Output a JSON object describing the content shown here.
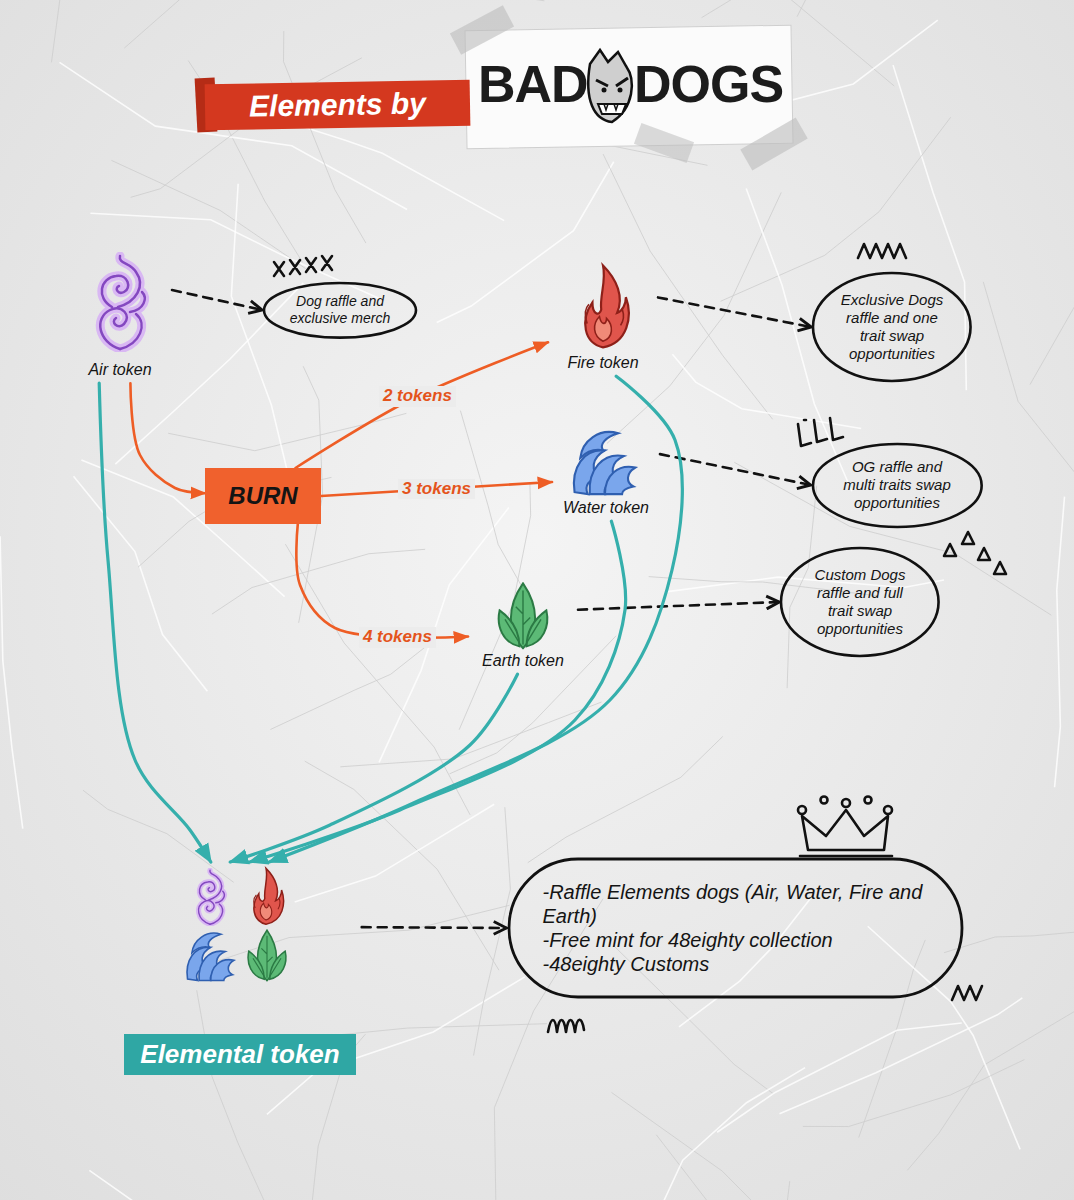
{
  "diagram": {
    "title": "Elements by",
    "nodes": [
      {
        "text": [
          "Air token"
        ]
      },
      {
        "text": [
          "Dog raffle and exclusive merch"
        ]
      },
      {
        "text": [
          "Fire token"
        ]
      },
      {
        "text": [
          "Exclusive Dogs raffle and one trait swap opportunities"
        ]
      },
      {
        "text": [
          "BURN"
        ]
      },
      {
        "text": [
          "Water token"
        ]
      },
      {
        "text": [
          "OG raffle and multi traits swap opportunities"
        ]
      },
      {
        "text": [
          "Earth token"
        ]
      },
      {
        "text": [
          "Custom Dogs raffle and full trait swap opportunities"
        ]
      },
      {
        "text": [
          "Elemental token"
        ]
      },
      {
        "text": [
          "-Raffle Elements dogs (Air, Water, Fire and Earth)",
          "-Free mint for 48eighty collection",
          "-48eighty Customs"
        ]
      }
    ],
    "edges": [
      {
        "from": 0,
        "to": 1,
        "arrow": "to"
      },
      {
        "from": 0,
        "to": 4,
        "arrow": "to"
      },
      {
        "from": 4,
        "to": 2,
        "label": "2 tokens",
        "arrow": "to"
      },
      {
        "from": 4,
        "to": 5,
        "label": "3 tokens",
        "arrow": "to"
      },
      {
        "from": 4,
        "to": 7,
        "label": "4 tokens",
        "arrow": "to"
      },
      {
        "from": 2,
        "to": 3,
        "arrow": "to"
      },
      {
        "from": 5,
        "to": 6,
        "arrow": "to"
      },
      {
        "from": 7,
        "to": 8,
        "arrow": "to"
      },
      {
        "from": 0,
        "to": 9,
        "arrow": "to"
      },
      {
        "from": 2,
        "to": 9,
        "arrow": "to"
      },
      {
        "from": 5,
        "to": 9,
        "arrow": "to"
      },
      {
        "from": 7,
        "to": 9,
        "arrow": "to"
      },
      {
        "from": 9,
        "to": 10,
        "arrow": "to"
      }
    ],
    "labels": [
      "BAD",
      "DOGS"
    ]
  }
}
